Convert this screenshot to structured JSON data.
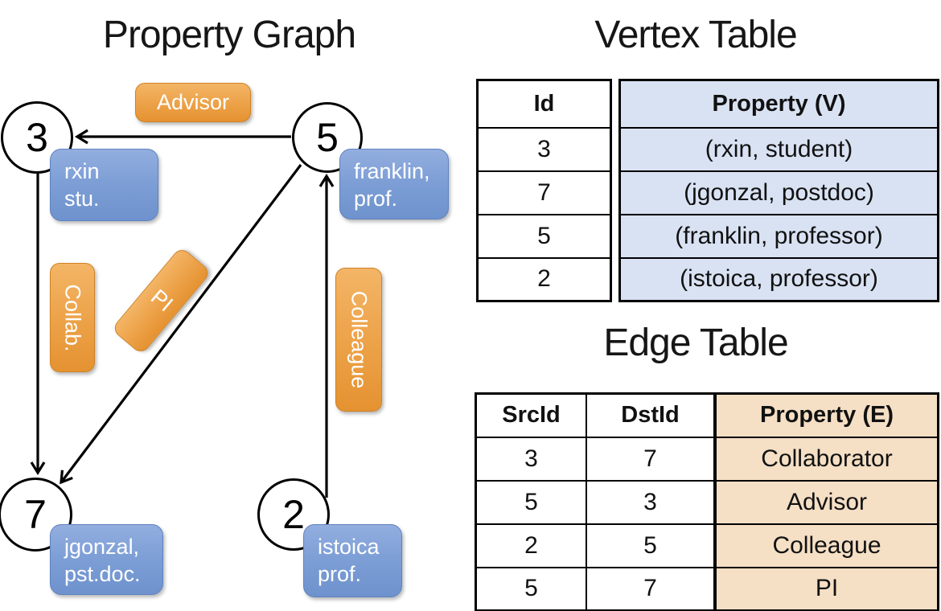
{
  "graph": {
    "title": "Property Graph",
    "nodes": [
      {
        "id": "3",
        "property_lines": [
          "rxin",
          "stu."
        ]
      },
      {
        "id": "5",
        "property_lines": [
          "franklin,",
          "prof."
        ]
      },
      {
        "id": "7",
        "property_lines": [
          "jgonzal,",
          "pst.doc."
        ]
      },
      {
        "id": "2",
        "property_lines": [
          "istoica",
          "prof."
        ]
      }
    ],
    "edges": [
      {
        "src": "5",
        "dst": "3",
        "label": "Advisor"
      },
      {
        "src": "3",
        "dst": "7",
        "label": "Collab."
      },
      {
        "src": "5",
        "dst": "7",
        "label": "PI"
      },
      {
        "src": "2",
        "dst": "5",
        "label": "Colleague"
      }
    ]
  },
  "vertex_table": {
    "title": "Vertex Table",
    "headers": {
      "id": "Id",
      "property": "Property (V)"
    },
    "rows": [
      {
        "id": "3",
        "property": "(rxin, student)"
      },
      {
        "id": "7",
        "property": "(jgonzal, postdoc)"
      },
      {
        "id": "5",
        "property": "(franklin, professor)"
      },
      {
        "id": "2",
        "property": "(istoica, professor)"
      }
    ]
  },
  "edge_table": {
    "title": "Edge Table",
    "headers": {
      "src": "SrcId",
      "dst": "DstId",
      "property": "Property (E)"
    },
    "rows": [
      {
        "src": "3",
        "dst": "7",
        "property": "Collaborator"
      },
      {
        "src": "5",
        "dst": "3",
        "property": "Advisor"
      },
      {
        "src": "2",
        "dst": "5",
        "property": "Colleague"
      },
      {
        "src": "5",
        "dst": "7",
        "property": "PI"
      }
    ]
  },
  "colors": {
    "edge_label_orange": "#EDA34A",
    "vertex_label_blue": "#7E9FD6",
    "vertex_property_cell_blue": "#D9E2F3",
    "edge_property_cell_tan": "#F5DFC5",
    "line_black": "#000000"
  }
}
